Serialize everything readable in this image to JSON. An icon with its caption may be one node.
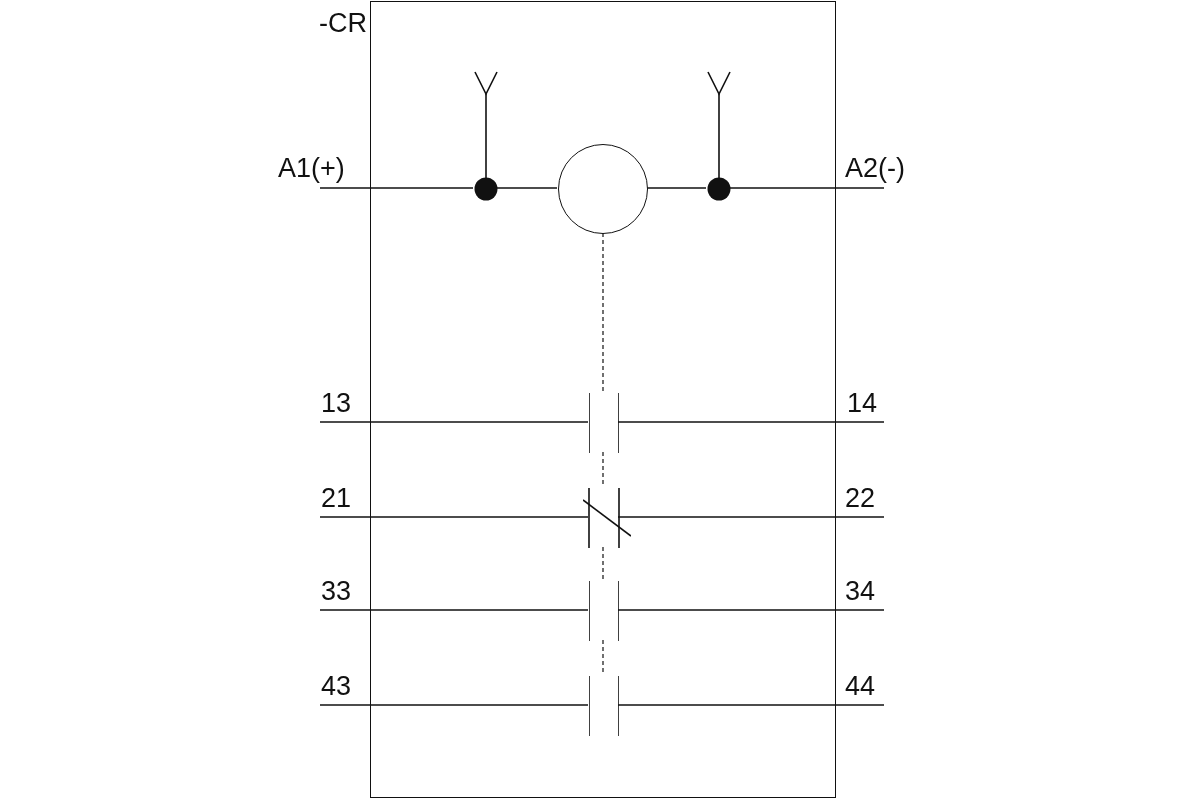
{
  "diagram": {
    "nodes": [
      {
        "text": [
          "-CR"
        ]
      },
      {
        "text": [],
        "shape": "socket",
        "in": 0
      },
      {
        "text": [],
        "shape": "circle",
        "in": 0
      },
      {
        "text": [],
        "shape": "socket",
        "in": 0
      },
      {
        "text": [],
        "shape": "contact",
        "in": 0
      },
      {
        "text": [],
        "shape": "nccontact",
        "in": 0
      },
      {
        "text": [],
        "shape": "contact",
        "in": 0
      },
      {
        "text": [],
        "shape": "contact",
        "in": 0
      },
      {
        "text": [
          "A1(+)"
        ]
      },
      {
        "text": [
          "A2(-)"
        ]
      },
      {
        "text": [
          "13"
        ]
      },
      {
        "text": [
          "14"
        ]
      },
      {
        "text": [
          "21"
        ]
      },
      {
        "text": [
          "22"
        ]
      },
      {
        "text": [
          "33"
        ]
      },
      {
        "text": [
          "34"
        ]
      },
      {
        "text": [
          "43"
        ]
      },
      {
        "text": [
          "44"
        ]
      }
    ],
    "edges": [
      {
        "from": 8,
        "to": 1,
        "arrow": "none"
      },
      {
        "from": 1,
        "to": 2,
        "arrow": "none"
      },
      {
        "from": 2,
        "to": 3,
        "arrow": "none"
      },
      {
        "from": 3,
        "to": 9,
        "arrow": "none"
      },
      {
        "from": 2,
        "to": 4,
        "arrow": "none",
        "style": "dashed"
      },
      {
        "from": 4,
        "to": 5,
        "arrow": "none",
        "style": "dashed"
      },
      {
        "from": 5,
        "to": 6,
        "arrow": "none",
        "style": "dashed"
      },
      {
        "from": 6,
        "to": 7,
        "arrow": "none",
        "style": "dashed"
      },
      {
        "from": 10,
        "to": 4,
        "arrow": "none"
      },
      {
        "from": 4,
        "to": 11,
        "arrow": "none"
      },
      {
        "from": 12,
        "to": 5,
        "arrow": "none"
      },
      {
        "from": 5,
        "to": 13,
        "arrow": "none"
      },
      {
        "from": 14,
        "to": 6,
        "arrow": "none"
      },
      {
        "from": 6,
        "to": 15,
        "arrow": "none"
      },
      {
        "from": 16,
        "to": 7,
        "arrow": "none"
      },
      {
        "from": 7,
        "to": 17,
        "arrow": "none"
      }
    ]
  }
}
